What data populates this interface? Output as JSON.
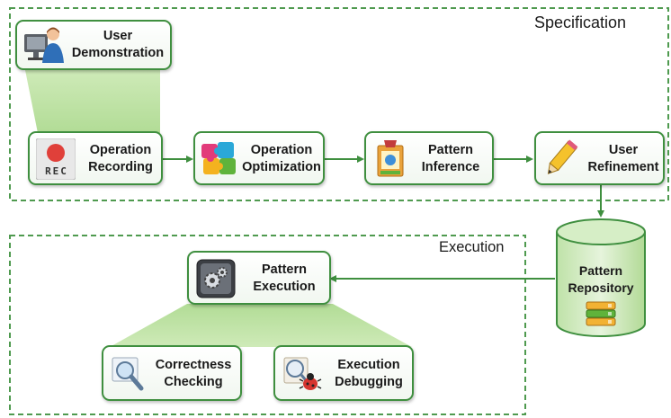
{
  "sections": {
    "specification": "Specification",
    "execution": "Execution"
  },
  "nodes": {
    "user_demo": {
      "line1": "User",
      "line2": "Demonstration",
      "icon": "user-computer-icon"
    },
    "op_recording": {
      "line1": "Operation",
      "line2": "Recording",
      "icon": "record-icon",
      "icon_text": "REC"
    },
    "op_optimization": {
      "line1": "Operation",
      "line2": "Optimization",
      "icon": "puzzle-icon"
    },
    "pattern_inference": {
      "line1": "Pattern",
      "line2": "Inference",
      "icon": "inference-icon"
    },
    "user_refinement": {
      "line1": "User",
      "line2": "Refinement",
      "icon": "pencil-icon"
    },
    "pattern_repository": {
      "line1": "Pattern",
      "line2": "Repository",
      "icon": "database-icon"
    },
    "pattern_execution": {
      "line1": "Pattern",
      "line2": "Execution",
      "icon": "gears-icon"
    },
    "correctness_checking": {
      "line1": "Correctness",
      "line2": "Checking",
      "icon": "magnifier-icon"
    },
    "execution_debugging": {
      "line1": "Execution",
      "line2": "Debugging",
      "icon": "bug-icon"
    }
  },
  "colors": {
    "border": "#3f8f3f",
    "arrow": "#3f8f3f",
    "dash": "#4f9a4f",
    "highlight": "#b8dea0"
  }
}
